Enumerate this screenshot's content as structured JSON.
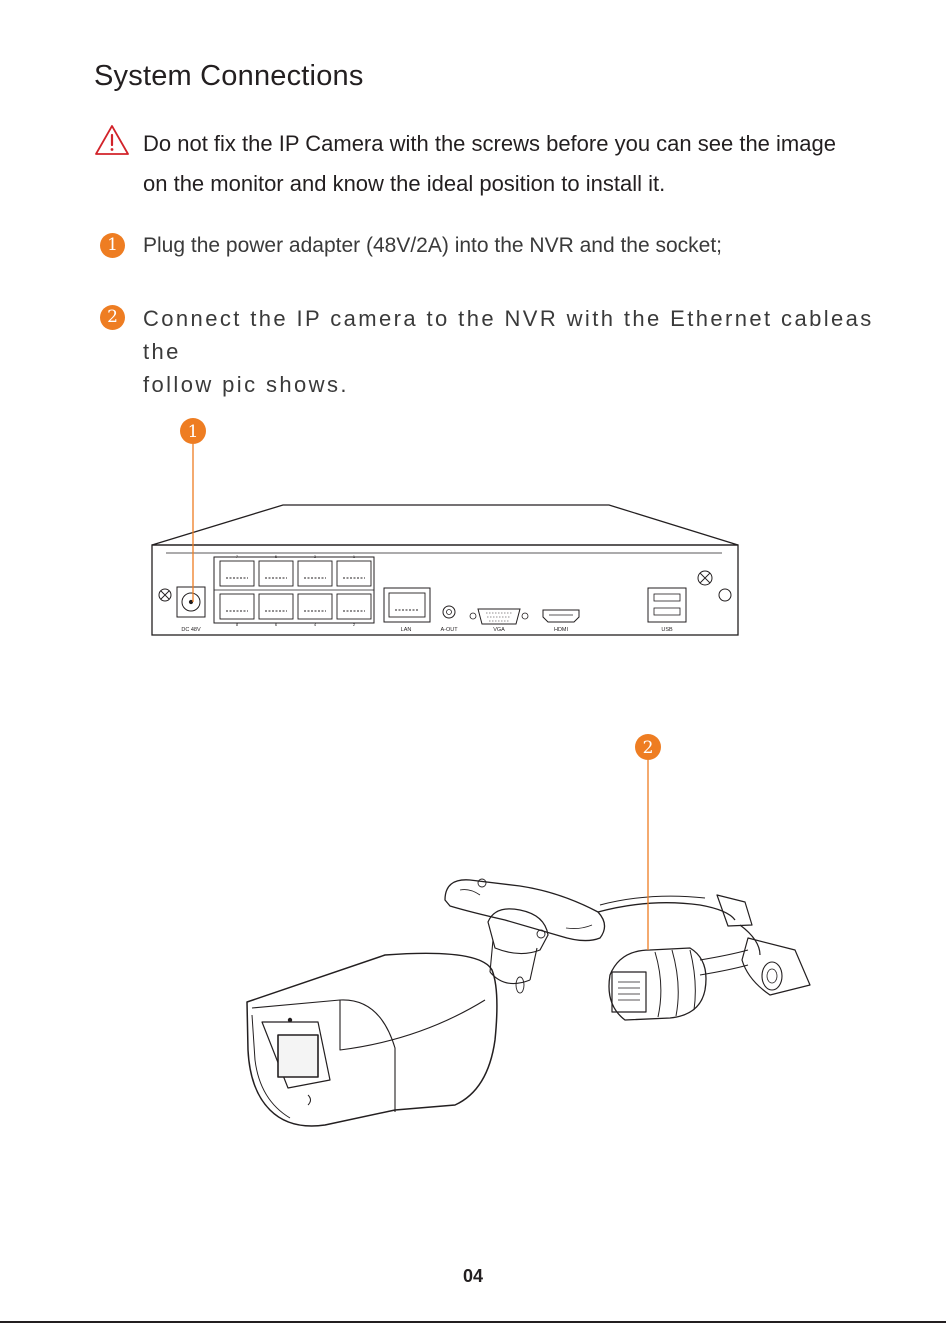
{
  "page": {
    "title": "System Connections",
    "page_number": "04"
  },
  "warning": {
    "line1": "Do not fix the IP Camera with the screws before you can see the image",
    "line2": "on the monitor and know the ideal position to install it."
  },
  "steps": [
    {
      "number": "1",
      "text": "Plug the power adapter (48V/2A) into the NVR and the socket;"
    },
    {
      "number": "2",
      "line1": "Connect the IP camera to the NVR with the Ethernet cableas the",
      "line2": "follow pic shows."
    }
  ],
  "nvr": {
    "port_labels": {
      "dc": "DC 48V",
      "lan": "LAN",
      "aout": "A-OUT",
      "vga": "VGA",
      "hdmi": "HDMI",
      "usb": "USB"
    },
    "poe_top_numbers": [
      "7",
      "5",
      "3",
      "1"
    ],
    "poe_bottom_numbers": [
      "8",
      "6",
      "4",
      "2"
    ]
  },
  "callouts": {
    "nvr": "1",
    "camera": "2"
  },
  "colors": {
    "accent": "#ee7d22",
    "warning": "#d2232a",
    "ink": "#231f20"
  }
}
